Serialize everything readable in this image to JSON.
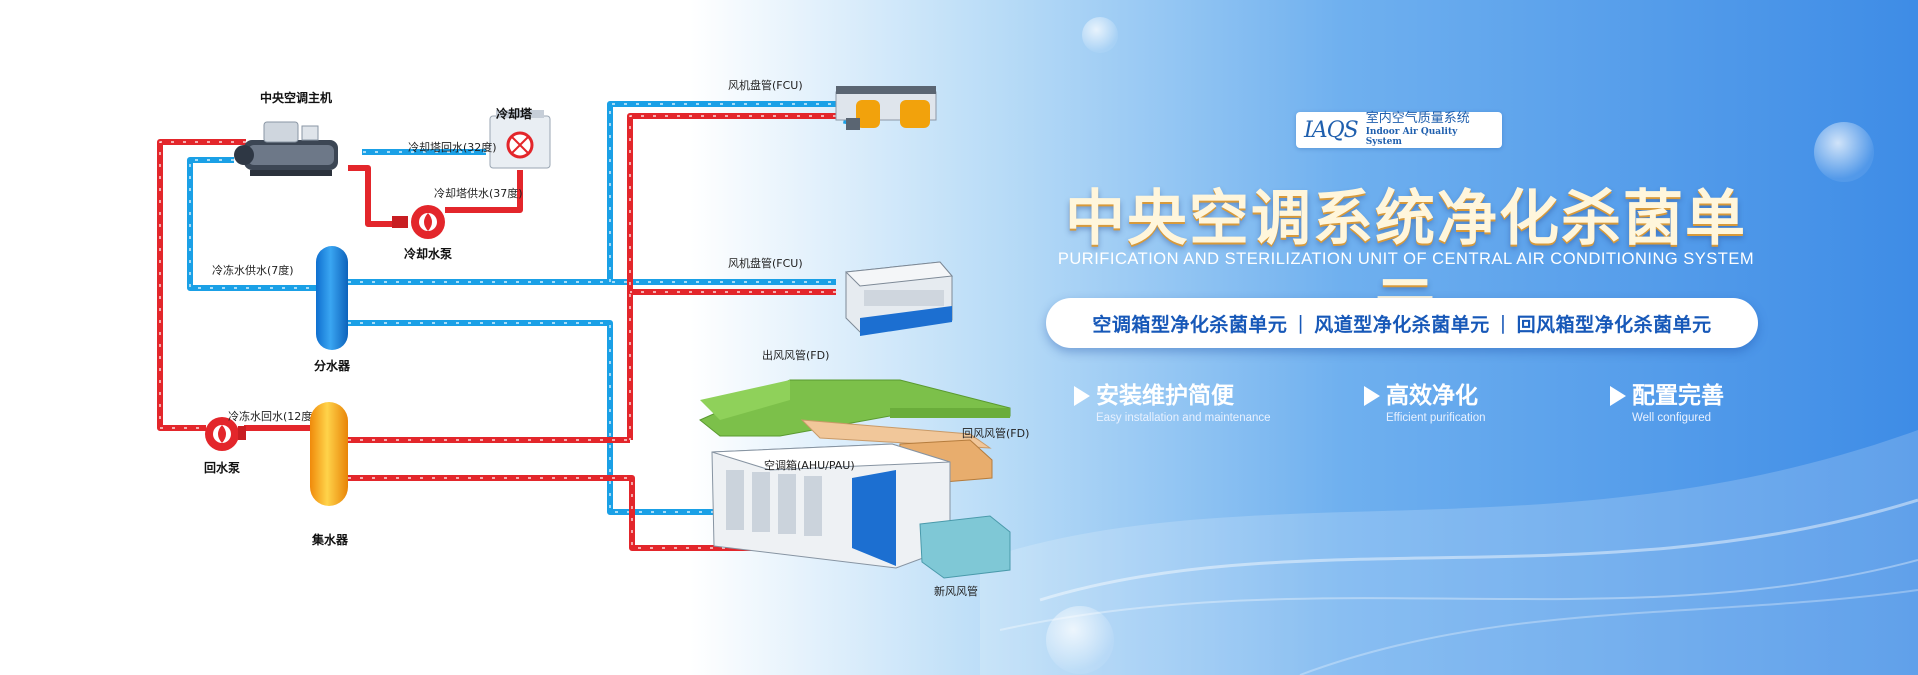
{
  "diagram": {
    "labels": {
      "chiller": "中央空调主机",
      "cooling_tower": "冷却塔",
      "tower_return": "冷却塔回水(32度)",
      "tower_supply": "冷却塔供水(37度)",
      "cooling_pump": "冷却水泵",
      "chilled_supply": "冷冻水供水(7度)",
      "distributor": "分水器",
      "chilled_return": "冷冻水回水(12度)",
      "return_pump": "回水泵",
      "collector": "集水器",
      "fcu_top": "风机盘管(FCU)",
      "fcu_mid": "风机盘管(FCU)",
      "supply_duct": "出风风管(FD)",
      "return_duct": "回风风管(FD)",
      "ahu": "空调箱(AHU/PAU)",
      "fresh_duct": "新风风管"
    },
    "colors": {
      "supply_pipe": "#1aa0e6",
      "return_pipe": "#e3262b",
      "pump": "#e3262b",
      "distributor": "#1e88e5",
      "collector": "#f5b91e"
    }
  },
  "brand": {
    "logo_mark": "IAQS",
    "name_cn": "室内空气质量系统",
    "name_en": "Indoor Air Quality System"
  },
  "headline": {
    "title": "中央空调系统净化杀菌单元",
    "subtitle": "PURIFICATION AND STERILIZATION UNIT OF CENTRAL AIR CONDITIONING SYSTEM"
  },
  "units": [
    "空调箱型净化杀菌单元",
    "风道型净化杀菌单元",
    "回风箱型净化杀菌单元"
  ],
  "features": [
    {
      "cn": "安装维护简便",
      "en": "Easy installation and maintenance"
    },
    {
      "cn": "高效净化",
      "en": "Efficient purification"
    },
    {
      "cn": "配置完善",
      "en": "Well configured"
    }
  ]
}
